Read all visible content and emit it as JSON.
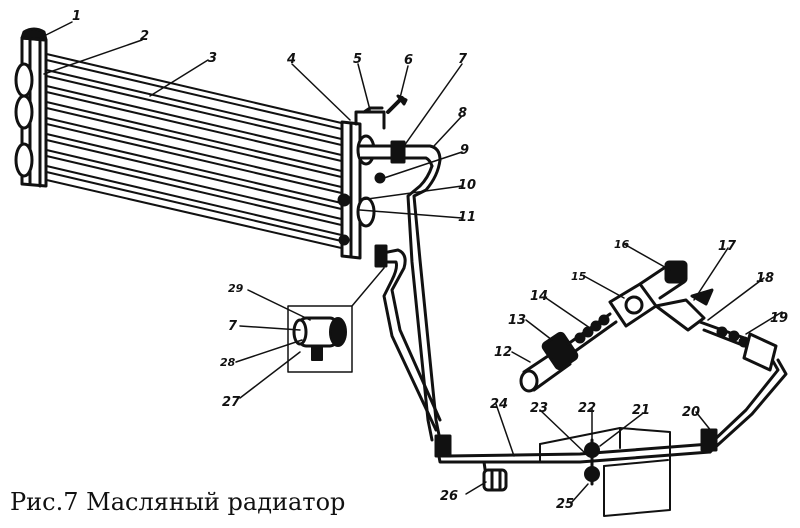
{
  "caption": "Рис.7 Масляный радиатор",
  "callouts": [
    "1",
    "2",
    "3",
    "4",
    "5",
    "6",
    "7",
    "8",
    "9",
    "10",
    "11",
    "12",
    "13",
    "14",
    "15",
    "16",
    "17",
    "18",
    "19",
    "20",
    "21",
    "22",
    "23",
    "24",
    "25",
    "26",
    "27",
    "28",
    "29",
    "7"
  ]
}
